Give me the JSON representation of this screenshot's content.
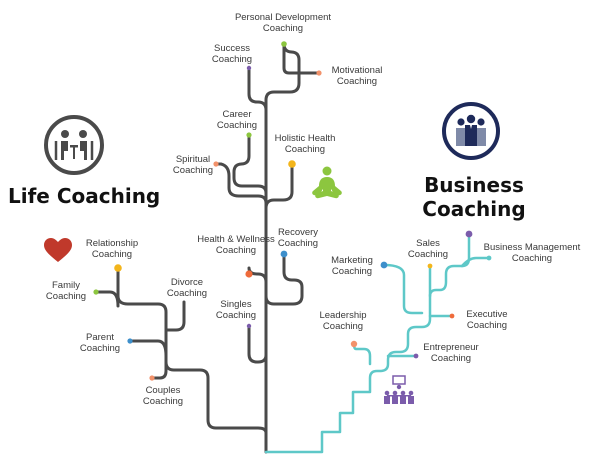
{
  "headings": {
    "life": "Life Coaching",
    "business": "Business Coaching"
  },
  "colors": {
    "trunk": "#4a4a4a",
    "business_branch": "#5ec8c8",
    "life_icon": "#4a4a4a",
    "business_icon": "#1e2a5a",
    "heart": "#c0392b",
    "yoga": "#8cc63f",
    "team_icon": "#7b5cab"
  },
  "icons": {
    "life": "couple-talking-icon",
    "business": "business-team-icon",
    "heart": "heart-icon",
    "yoga": "meditation-icon",
    "presenter": "presenter-audience-icon"
  },
  "life_nodes": [
    {
      "label": "Personal Development Coaching",
      "color": "#8cc63f"
    },
    {
      "label": "Success Coaching",
      "color": "#7b5cab"
    },
    {
      "label": "Motivational Coaching",
      "color": "#f2926b"
    },
    {
      "label": "Career Coaching",
      "color": "#8cc63f"
    },
    {
      "label": "Spiritual Coaching",
      "color": "#f2926b"
    },
    {
      "label": "Holistic Health Coaching",
      "color": "#f3b51b"
    },
    {
      "label": "Health & Wellness Coaching",
      "color": "#ef6b3b"
    },
    {
      "label": "Recovery Coaching",
      "color": "#3d8fcb"
    },
    {
      "label": "Singles Coaching",
      "color": "#7b5cab"
    },
    {
      "label": "Relationship Coaching",
      "color": "#f3b51b"
    },
    {
      "label": "Family Coaching",
      "color": "#8cc63f"
    },
    {
      "label": "Divorce Coaching",
      "color": ""
    },
    {
      "label": "Parent Coaching",
      "color": "#3d8fcb"
    },
    {
      "label": "Couples Coaching",
      "color": "#f2926b"
    }
  ],
  "business_nodes": [
    {
      "label": "Marketing Coaching",
      "color": "#3d8fcb"
    },
    {
      "label": "Sales Coaching",
      "color": "#f3b51b"
    },
    {
      "label": "Business Management Coaching",
      "color": "#7b5cab"
    },
    {
      "label": "Executive Coaching",
      "color": "#ef6b3b"
    },
    {
      "label": "Leadership Coaching",
      "color": "#f2926b"
    },
    {
      "label": "Entrepreneur Coaching",
      "color": "#7b5cab"
    }
  ]
}
